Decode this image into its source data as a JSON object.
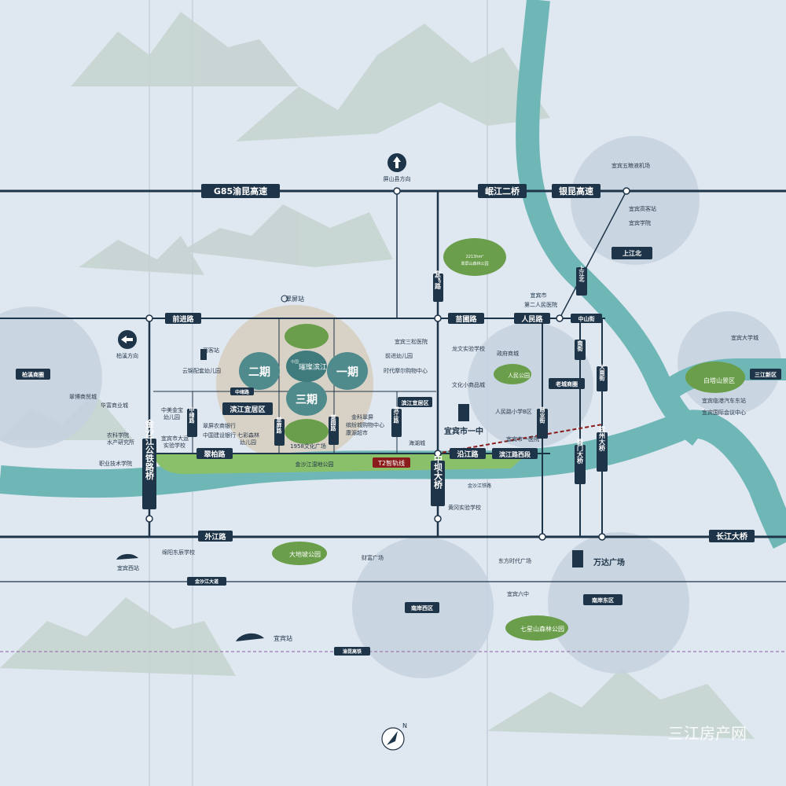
{
  "colors": {
    "background": "#dfe7f1",
    "river": "#6fb7b6",
    "road": "#1e3448",
    "green": "#6a9e4a",
    "circle": "#c5d1de",
    "site": "#d8d2c6",
    "phase": "#4f8a8c",
    "t2": "#8a1c1c"
  },
  "roads": {
    "g85": "G85渝昆高速",
    "minjiang": "岷江二桥",
    "yinkun": "银昆高速",
    "qianjin": "前进路",
    "miaopu": "苗圃路",
    "renmin": "人民路",
    "zhongshan": "中山街",
    "cuibai": "翠柏路",
    "yanjiang": "沿江路",
    "binjiangxi": "滨江路西段",
    "zhongba": "中坝大桥",
    "jinsha_rail": "金沙江公铁路桥",
    "waijiang": "外江路",
    "changjiang": "长江大桥",
    "jinsha_ave": "金沙江大道",
    "yukun_rail": "渝昆高铁",
    "yifei": "宜飞路",
    "zhongxu": "中绪路",
    "binjiang_road": "滨江路",
    "nanmen": "南门大桥",
    "xuzhou": "戎州大桥",
    "shangye": "商业街",
    "nanjie": "南街",
    "dananjie": "大南街",
    "shangjiangbei_road": "上江北",
    "huixu": "慧园路",
    "sheng": "翠屏路",
    "xiangbei": "金沙江铁路"
  },
  "districts": {
    "baixi": "柏溪商圈",
    "laocheng": "老城商圈",
    "sanjiang": "三江新区",
    "nanan_xi": "南岸西区",
    "nanan_dong": "南岸东区",
    "shangjiangbei": "上江北",
    "binjiang_yiju_1": "滨江宜居区",
    "binjiang_yiju_2": "滨江宜居区"
  },
  "project": {
    "phase1": "一期",
    "phase2": "二期",
    "phase3": "三期",
    "logo_line1": "中国",
    "logo_name": "璀璨滨江",
    "culture_square": "1958文化广场"
  },
  "parks": {
    "wetland": "金沙江湿地公园",
    "renmin": "人民公园",
    "baita": "白塔山景区",
    "dadi": "大地坡公园",
    "qixing": "七星山森林公园",
    "forest_area": "2213hm²",
    "forest_name": "翠屏山森林公园"
  },
  "labels": {
    "pingshan": "屏山县方向",
    "baixi_dir": "柏溪方向",
    "cuiping_station": "翠屏站",
    "t2": "T2智轨线",
    "yibin_no1": "宜宾市一中",
    "wanda": "万达广场",
    "yibin_west": "宜宾西站",
    "yibin_station": "宜宾站",
    "hospital2_line1": "宜宾市",
    "hospital2_line2": "第二人民医院",
    "hospital1": "宜宾市一医院",
    "watermark": "三江房产网",
    "north": "N"
  },
  "pois": [
    "西客站",
    "云锦配套幼儿园",
    "翠博商贸城",
    "华富商业城",
    "农科学院",
    "水产研究所",
    "职业技术学院",
    "中美金宝",
    "幼儿园",
    "宜宾市大运",
    "实验学校",
    "翠屏农商银行",
    "中国建设银行",
    "七彩森林",
    "幼儿园",
    "宜宾三松医院",
    "前进幼儿园",
    "时代摩尔购物中心",
    "龙文实验学校",
    "文化小商品城",
    "海湖城",
    "政府商城",
    "人民路小学B区",
    "黄冈实验学校",
    "财富广场",
    "绵阳东辰学校",
    "东方时代广场",
    "宜宾六中",
    "宜宾五粮液机场",
    "宜宾高客站",
    "宜宾学院",
    "宜宾大学城",
    "宜宾临港汽车东站",
    "宜宾国际会议中心",
    "金科翠屏",
    "缤纷城购物中心",
    "康源超市"
  ]
}
